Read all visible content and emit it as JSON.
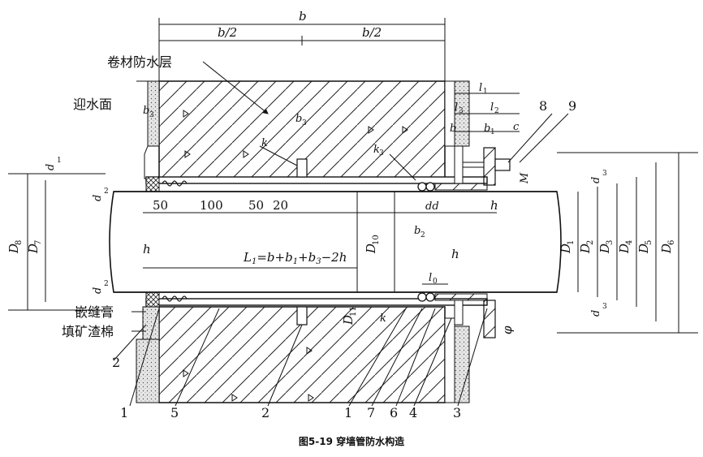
{
  "labels": {
    "top_b": "b",
    "half_left": "b/2",
    "half_right": "b/2",
    "waterproof_layer": "卷材防水层",
    "upstream_face": "迎水面",
    "b3_left": "b",
    "b3_left_sub": "3",
    "b3_mid": "b",
    "b3_mid_sub": "3",
    "k_top": "k",
    "k3": "k",
    "k3_sub": "3",
    "l1": "l",
    "l1_sub": "1",
    "l2": "l",
    "l2_sub": "2",
    "l3": "l",
    "l3_sub": "3",
    "b_right": "b",
    "b1": "b",
    "b1_sub": "1",
    "c": "c",
    "M": "M",
    "d1": "d",
    "d1_sub": "1",
    "d2_top": "d",
    "d2_top_sub": "2",
    "d2_bot": "d",
    "d2_bot_sub": "2",
    "d3_top": "d",
    "d3_top_sub": "3",
    "d3_bot": "d",
    "d3_bot_sub": "3",
    "dim_50a": "50",
    "dim_100": "100",
    "dim_50b": "50",
    "dim_20": "20",
    "dd": "dd",
    "b2": "b",
    "b2_sub": "2",
    "h_right_top": "h",
    "h_left": "h",
    "h_mid": "h",
    "formula": "L",
    "formula_sub": "1",
    "formula_rest": "=b+b",
    "formula_sub2": "1",
    "formula_rest2": "+b",
    "formula_sub3": "3",
    "formula_rest3": "−2h",
    "D10": "D",
    "D10_sub": "10",
    "D8": "D",
    "D8_sub": "8",
    "D7": "D",
    "D7_sub": "7",
    "D1": "D",
    "D1_sub": "1",
    "D2": "D",
    "D2_sub": "2",
    "D3": "D",
    "D3_sub": "3",
    "D4": "D",
    "D4_sub": "4",
    "D5": "D",
    "D5_sub": "5",
    "D6": "D",
    "D6_sub": "6",
    "D11": "D",
    "D11_sub": "11",
    "l0": "l",
    "l0_sub": "0",
    "k_bot": "k",
    "phi": "φ",
    "sealant": "嵌缝膏",
    "slag_wool": "填矿渣棉",
    "callout_8": "8",
    "callout_9": "9",
    "callout_2a": "2",
    "callout_1a": "1",
    "callout_5": "5",
    "callout_2b": "2",
    "callout_1b": "1",
    "callout_7": "7",
    "callout_6": "6",
    "callout_4": "4",
    "callout_3": "3"
  },
  "caption": "图5-19    穿墙管防水构造"
}
